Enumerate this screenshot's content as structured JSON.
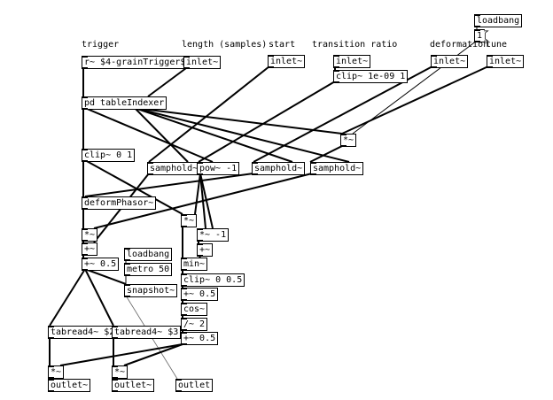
{
  "comments": {
    "trigger": "trigger",
    "length": "length (samples)",
    "start": "start",
    "transition_ratio": "transition ratio",
    "deformation": "deformation",
    "tune": "tune"
  },
  "objects": {
    "loadbang_top": "loadbang",
    "msg_1": "1",
    "receive_trigger": "r~ $4-grainTrigger$1",
    "inlet_length": "inlet~",
    "inlet_start": "inlet~",
    "inlet_ratio": "inlet~",
    "clip_ratio": "clip~ 1e-09 1",
    "inlet_deform": "inlet~",
    "inlet_tune": "inlet~",
    "table_indexer": "pd tableIndexer",
    "mul_tune": "*~",
    "clip_01": "clip~ 0 1",
    "samphold_1": "samphold~",
    "pow": "pow~ -1",
    "samphold_2": "samphold~",
    "samphold_3": "samphold~",
    "deform_phasor": "deformPhasor~",
    "mul_a": "*~",
    "mul_b": "*~",
    "mul_c": "*~ -1",
    "add_a": "+~",
    "add_b": "+~",
    "add_half_a": "+~ 0.5",
    "loadbang_mid": "loadbang",
    "metro": "metro 50",
    "snapshot": "snapshot~",
    "min": "min~",
    "clip_05": "clip~ 0 0.5",
    "add_half_b": "+~ 0.5",
    "cos": "cos~",
    "div2": "/~ 2",
    "add_half_c": "+~ 0.5",
    "tabread_l": "tabread4~ $2",
    "tabread_r": "tabread4~ $3",
    "mul_out_l": "*~",
    "mul_out_r": "*~",
    "outlet_l": "outlet~",
    "outlet_r": "outlet~",
    "outlet_ctl": "outlet"
  }
}
